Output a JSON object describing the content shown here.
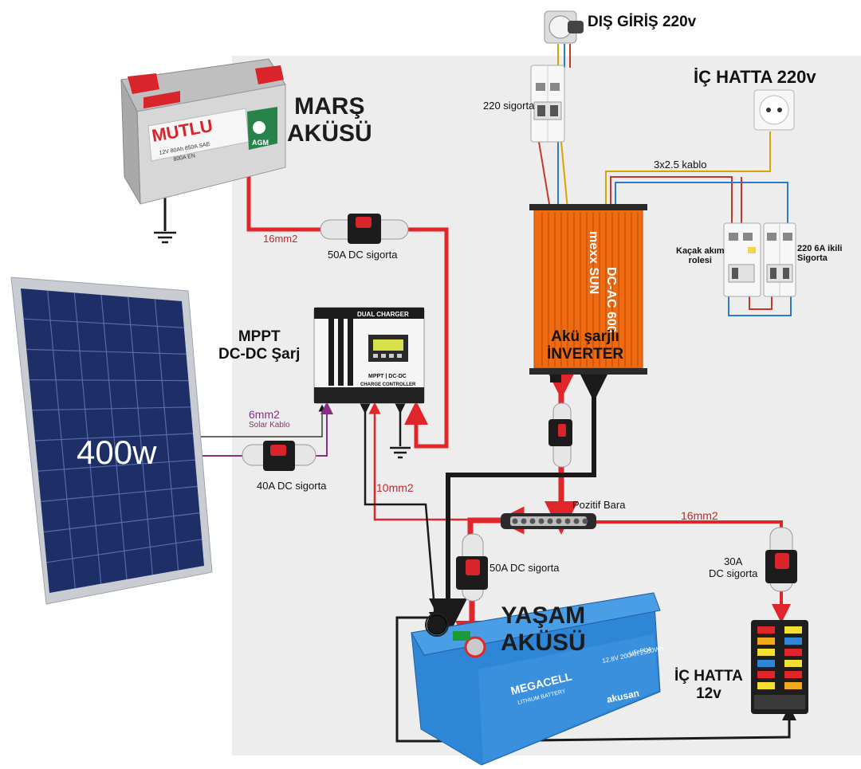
{
  "labels": {
    "outside_input": "DIŞ GİRİŞ 220v",
    "inside_line_220": "İÇ HATTA 220v",
    "breaker_220": "220 sigorta",
    "cable_3x25": "3x2.5 kablo",
    "rcd": "Kaçak akım\nrolesi",
    "double_breaker": "220 6A ikili\nSigorta",
    "starter_battery": "MARŞ\nAKÜSÜ",
    "cable_16mm2_top": "16mm2",
    "fuse_50a_top": "50A DC sigorta",
    "mppt": "MPPT\nDC-DC Şarj",
    "inverter": "Akü şarjlı\nİNVERTER",
    "solar_power": "400w",
    "cable_6mm2": "6mm2",
    "solar_cable": "Solar Kablo",
    "fuse_40a": "40A DC sigorta",
    "cable_10mm2": "10mm2",
    "positive_bus": "Pozitif Bara",
    "cable_16mm2_right": "16mm2",
    "fuse_50a_mid": "50A DC sigorta",
    "fuse_30a": "30A\nDC sigorta",
    "house_battery": "YAŞAM\nAKÜSÜ",
    "inside_line_12": "İÇ HATTA\n12v"
  },
  "device_text": {
    "starter_brand": "MUTLU",
    "starter_type": "AGM",
    "starter_spec1": "12V 80Ah 850A SAE",
    "starter_spec2": "800A EN",
    "charger_title": "DUAL CHARGER",
    "charger_sub1": "MPPT | DC-DC",
    "charger_sub2": "CHARGE CONTROLLER",
    "inverter_brand": "mexx SUN",
    "inverter_model": "DC-AC 600",
    "battery_brand": "MEGACELL",
    "battery_sub": "LITHIUM BATTERY",
    "battery_spec": "12.8V 200Ah 2560Wh",
    "battery_chem": "LiFePO4",
    "battery_maker": "akusan"
  },
  "colors": {
    "red_wire": "#e0262a",
    "black_wire": "#1a1a1a",
    "purple_wire": "#8a2d86",
    "inverter_orange": "#f06a12",
    "battery_blue": "#2f86d6",
    "solar_panel": "#1d2f66"
  }
}
